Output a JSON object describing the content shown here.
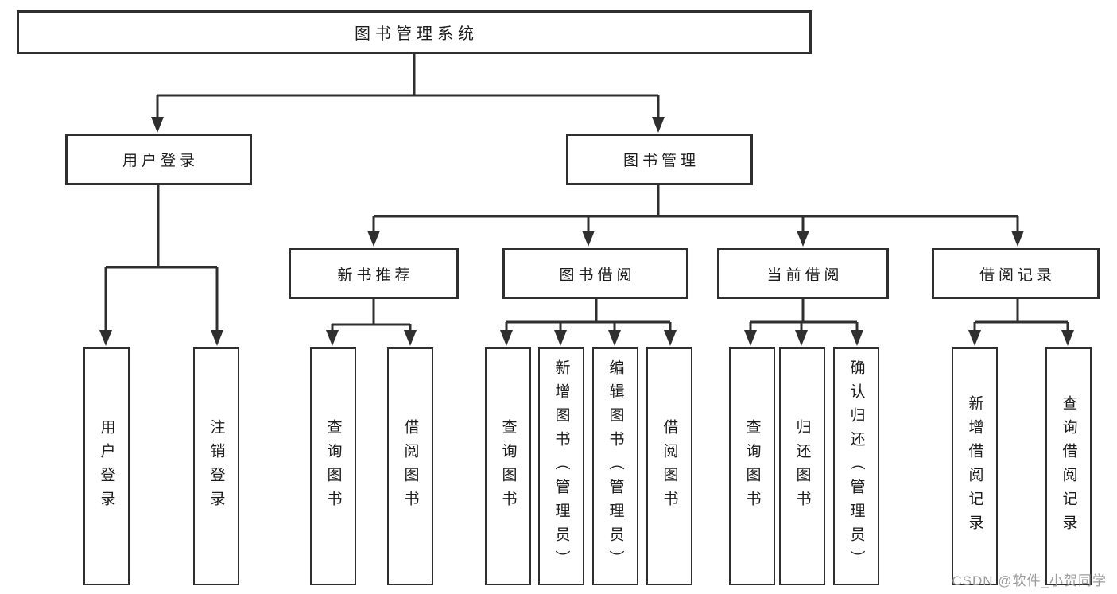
{
  "diagram": {
    "title": "图书管理系统",
    "tree": {
      "root": {
        "label": "图书管理系统"
      },
      "branches": [
        {
          "label": "用户登录",
          "leaves": [
            {
              "label": "用户登录"
            },
            {
              "label": "注销登录"
            }
          ]
        },
        {
          "label": "图书管理",
          "groups": [
            {
              "label": "新书推荐",
              "leaves": [
                {
                  "label": "查询图书"
                },
                {
                  "label": "借阅图书"
                }
              ]
            },
            {
              "label": "图书借阅",
              "leaves": [
                {
                  "label": "查询图书"
                },
                {
                  "label": "新增图书（管理员）"
                },
                {
                  "label": "编辑图书（管理员）"
                },
                {
                  "label": "借阅图书"
                }
              ]
            },
            {
              "label": "当前借阅",
              "leaves": [
                {
                  "label": "查询图书"
                },
                {
                  "label": "归还图书"
                },
                {
                  "label": "确认归还（管理员）"
                }
              ]
            },
            {
              "label": "借阅记录",
              "leaves": [
                {
                  "label": "新增借阅记录"
                },
                {
                  "label": "查询借阅记录"
                }
              ]
            }
          ]
        }
      ]
    }
  },
  "watermark": {
    "text": "CSDN @软件_小贺同学"
  },
  "colors": {
    "line": "#2f2f2f",
    "box_border": "#2f2f2f",
    "text": "#1c1c1c",
    "watermark": "#9b9b9b",
    "background": "#ffffff"
  }
}
